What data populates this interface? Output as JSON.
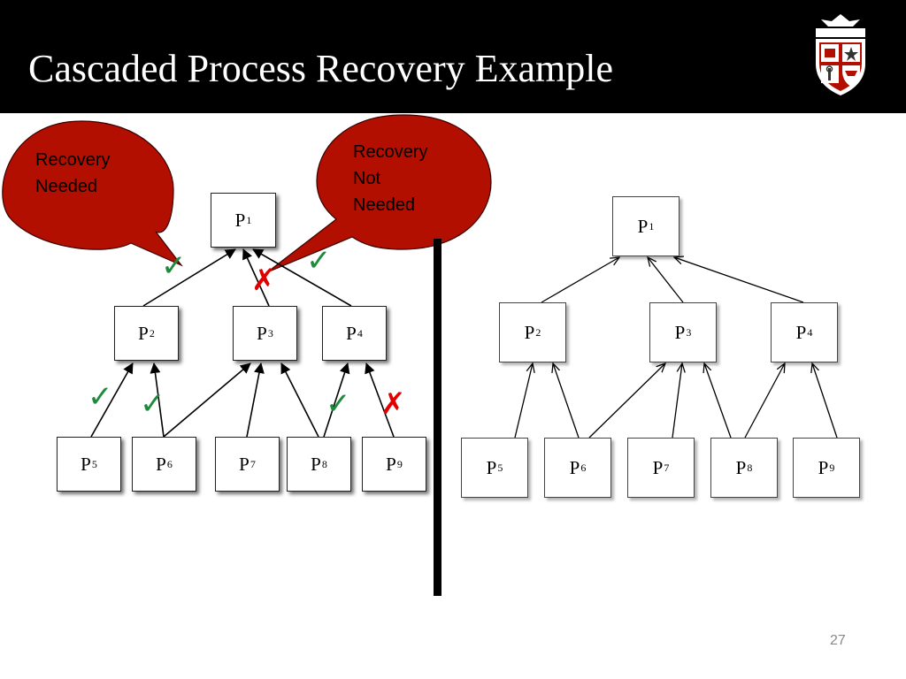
{
  "slide": {
    "title": "Cascaded Process Recovery Example",
    "page_number": "27"
  },
  "callouts": {
    "recovery_needed": "Recovery\nNeeded",
    "recovery_not_needed": "Recovery\nNot\nNeeded"
  },
  "node_prefix": "P",
  "left_graph": {
    "nodes": [
      "1",
      "2",
      "3",
      "4",
      "5",
      "6",
      "7",
      "8",
      "9"
    ],
    "edges": [
      [
        "2",
        "1"
      ],
      [
        "3",
        "1"
      ],
      [
        "4",
        "1"
      ],
      [
        "5",
        "2"
      ],
      [
        "6",
        "2"
      ],
      [
        "6",
        "3"
      ],
      [
        "7",
        "3"
      ],
      [
        "8",
        "3"
      ],
      [
        "8",
        "4"
      ],
      [
        "9",
        "4"
      ]
    ],
    "edge_marks": [
      {
        "edge": [
          "2",
          "1"
        ],
        "mark": "check"
      },
      {
        "edge": [
          "3",
          "1"
        ],
        "mark": "cross"
      },
      {
        "edge": [
          "4",
          "1"
        ],
        "mark": "check"
      },
      {
        "edge": [
          "5",
          "2"
        ],
        "mark": "check"
      },
      {
        "edge": [
          "6",
          "2"
        ],
        "mark": "check"
      },
      {
        "edge": [
          "8",
          "4"
        ],
        "mark": "check"
      },
      {
        "edge": [
          "9",
          "4"
        ],
        "mark": "cross"
      }
    ]
  },
  "right_graph": {
    "nodes": [
      "1",
      "2",
      "3",
      "4",
      "5",
      "6",
      "7",
      "8",
      "9"
    ],
    "edges": [
      [
        "2",
        "1"
      ],
      [
        "3",
        "1"
      ],
      [
        "4",
        "1"
      ],
      [
        "5",
        "2"
      ],
      [
        "6",
        "2"
      ],
      [
        "6",
        "3"
      ],
      [
        "7",
        "3"
      ],
      [
        "8",
        "3"
      ],
      [
        "8",
        "4"
      ],
      [
        "9",
        "4"
      ]
    ]
  },
  "symbols": {
    "check": "✓",
    "cross": "✗"
  },
  "colors": {
    "title_bar": "#000000",
    "callout_fill": "#b30f00",
    "check": "#1e8a3c",
    "cross": "#e00000"
  }
}
